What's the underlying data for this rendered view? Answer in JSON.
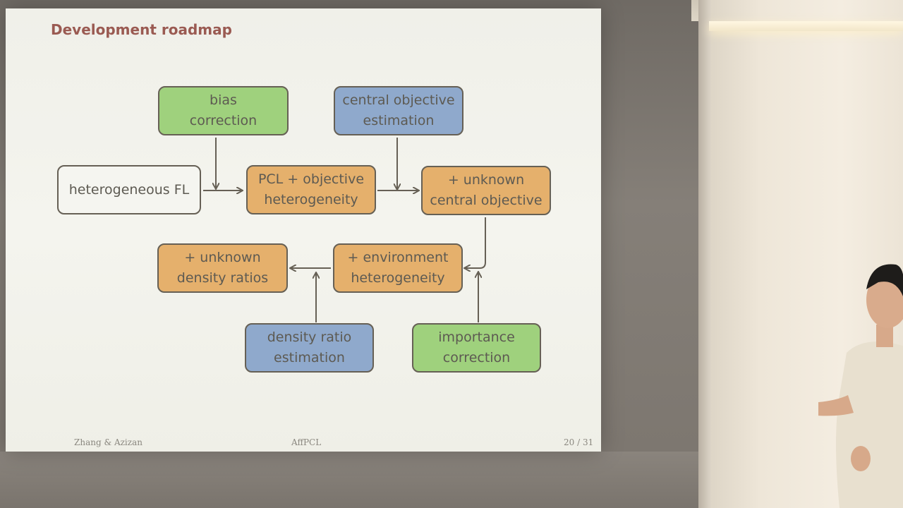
{
  "slide": {
    "title": "Development roadmap",
    "footer_left": "Zhang & Azizan",
    "footer_center": "AffPCL",
    "footer_right": "20 / 31"
  },
  "nodes": {
    "bias_correction": {
      "line1": "bias",
      "line2": "correction"
    },
    "central_objective_estimation": {
      "line1": "central objective",
      "line2": "estimation"
    },
    "heterogeneous_fl": {
      "line1": "heterogeneous FL"
    },
    "pcl_objective_heterogeneity": {
      "line1": "PCL + objective",
      "line2": "heterogeneity"
    },
    "unknown_central_objective": {
      "line1": "+ unknown",
      "line2": "central objective"
    },
    "unknown_density_ratios": {
      "line1": "+ unknown",
      "line2": "density ratios"
    },
    "environment_heterogeneity": {
      "line1": "+ environment",
      "line2": "heterogeneity"
    },
    "density_ratio_estimation": {
      "line1": "density ratio",
      "line2": "estimation"
    },
    "importance_correction": {
      "line1": "importance",
      "line2": "correction"
    }
  },
  "colors": {
    "green": "#9fd17d",
    "blue": "#8fa9cc",
    "orange": "#e5b06c",
    "title": "#9a5a52"
  }
}
